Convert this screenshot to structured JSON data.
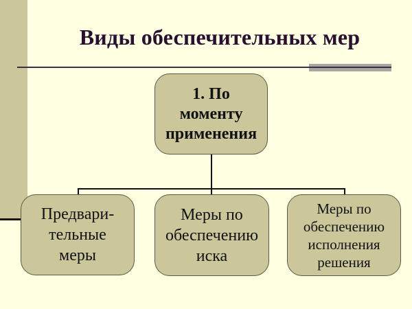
{
  "title": "Виды обеспечительных мер",
  "root": {
    "lines": [
      "1. По",
      "моменту",
      "применения"
    ]
  },
  "children": [
    {
      "lines": [
        "Предвари-",
        "тельные",
        "меры"
      ]
    },
    {
      "lines": [
        "Меры по",
        "обеспечению",
        "иска"
      ]
    },
    {
      "lines": [
        "Меры по",
        "обеспечению",
        "исполнения",
        "решения"
      ]
    }
  ],
  "colors": {
    "background": "#ffffe2",
    "box_fill": "#cbc79a",
    "left_bar": "#cbc79a",
    "title_text": "#2a1030",
    "accent_bar": "#a8a6a2"
  }
}
